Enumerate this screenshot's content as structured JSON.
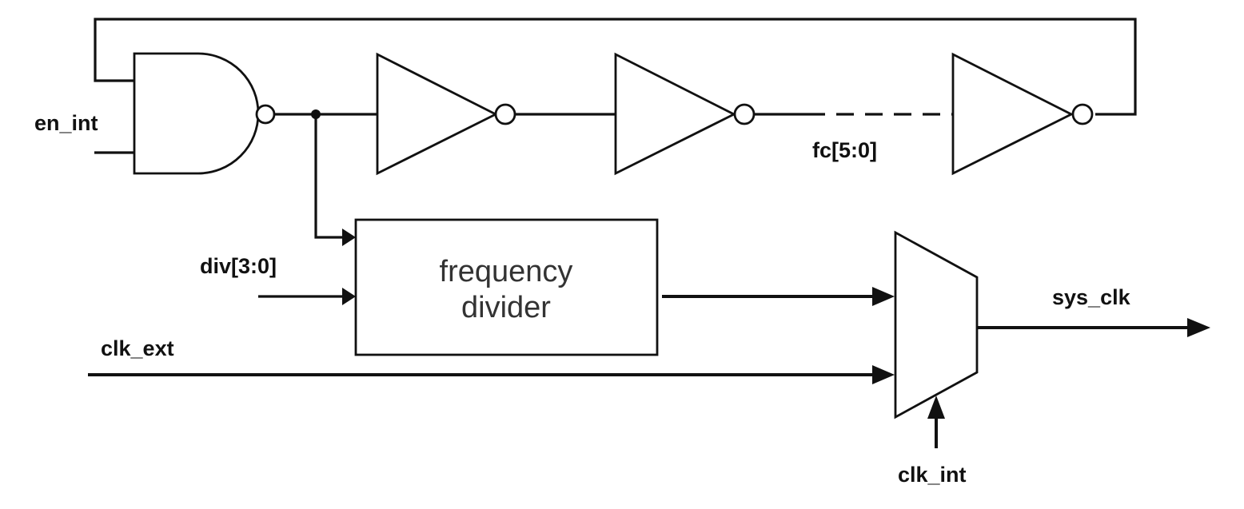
{
  "labels": {
    "en_int": "en_int",
    "fc": "fc[5:0]",
    "div": "div[3:0]",
    "clk_ext": "clk_ext",
    "sys_clk": "sys_clk",
    "clk_int": "clk_int"
  },
  "divider": {
    "line1": "frequency",
    "line2": "divider"
  }
}
